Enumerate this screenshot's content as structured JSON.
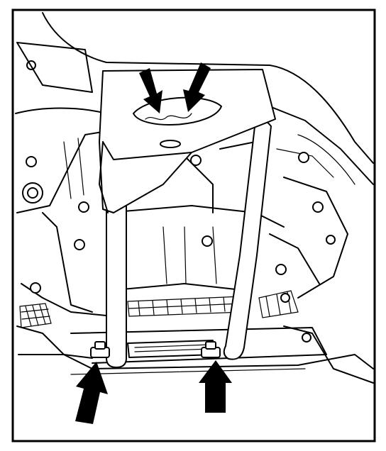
{
  "figure": {
    "subject": "transmission-support-bracket",
    "colors": {
      "ink": "#000000",
      "paper": "#ffffff"
    },
    "arrows": [
      {
        "name": "arrow-down-left",
        "direction": "down"
      },
      {
        "name": "arrow-down-right",
        "direction": "down"
      },
      {
        "name": "arrow-up-left",
        "direction": "up"
      },
      {
        "name": "arrow-up-right",
        "direction": "up"
      }
    ]
  }
}
